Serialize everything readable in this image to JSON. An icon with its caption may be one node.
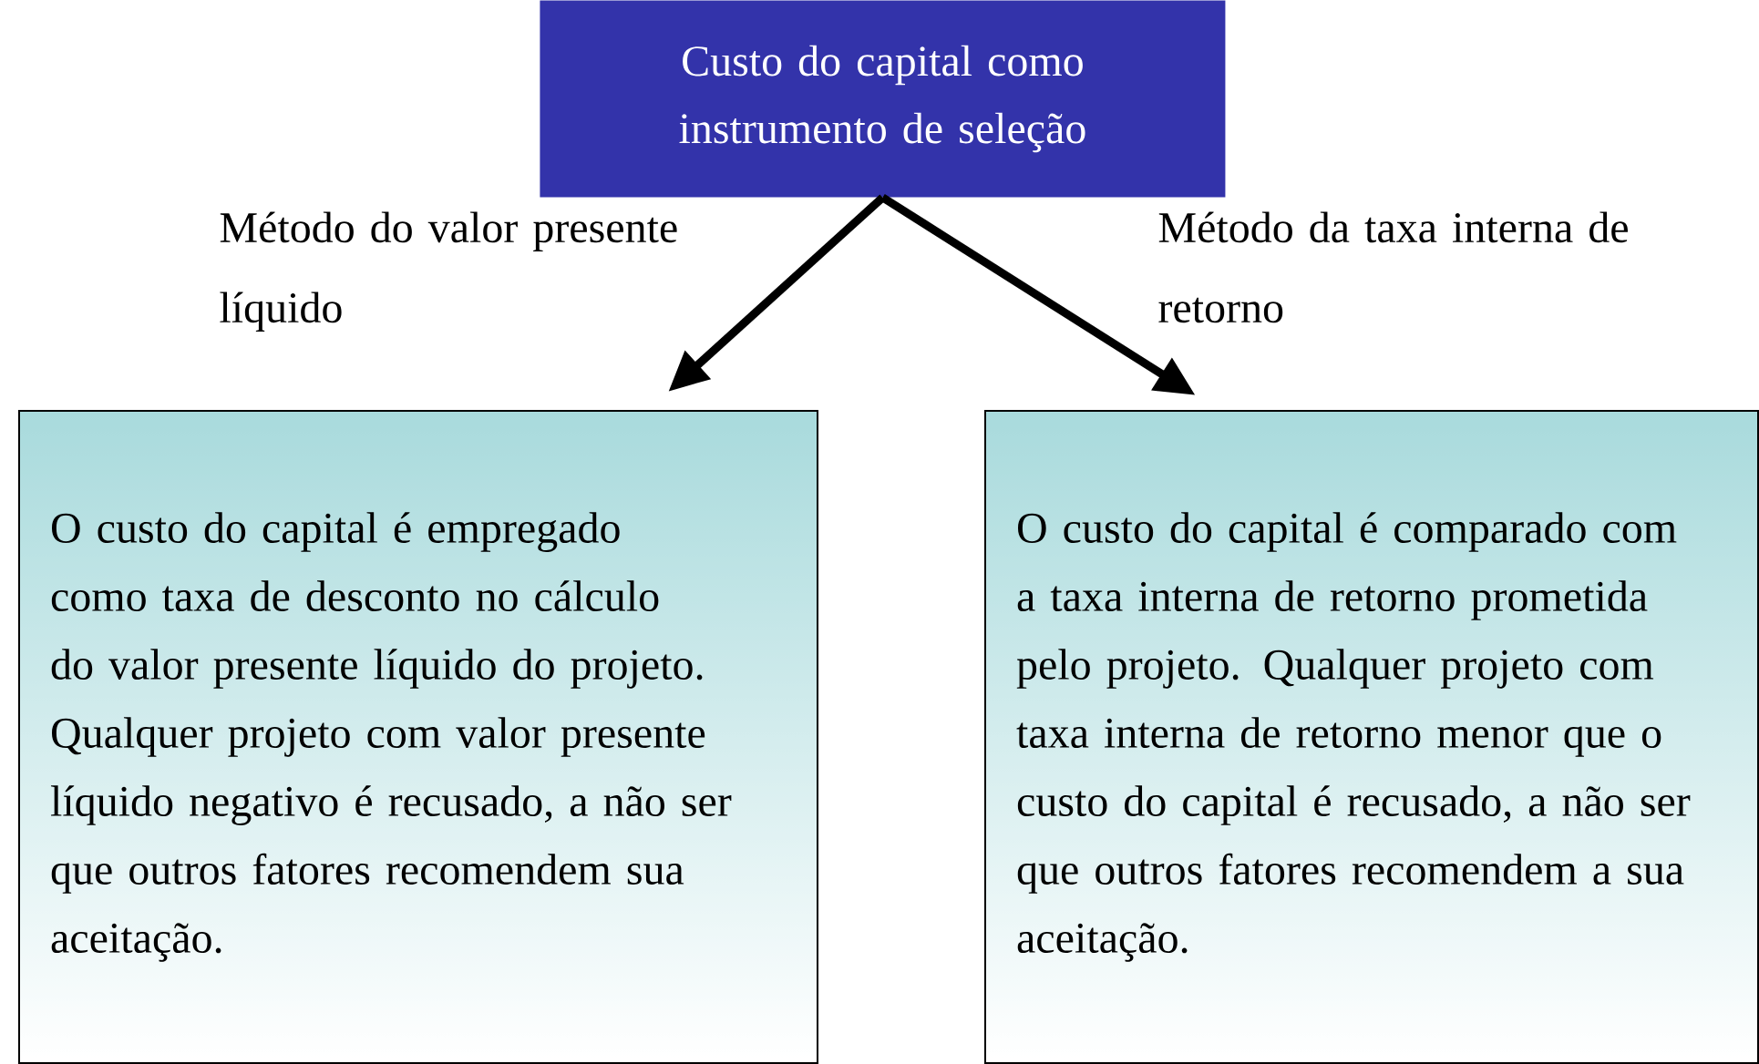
{
  "diagram": {
    "nodes": [
      {
        "text": [
          "Custo do capital como instrumento de seleção"
        ]
      },
      {
        "text": [
          "O custo do capital é empregado como taxa de desconto no cálculo do valor presente líquido do projeto. Qualquer projeto com valor presente líquido negativo é recusado, a não ser que outros fatores recomendem sua aceitação."
        ]
      },
      {
        "text": [
          "O custo do capital é comparado com a taxa interna de retorno prometida pelo projeto. Qualquer projeto com taxa interna de retorno menor que o custo do capital é recusado, a não ser que outros fatores recomendem a sua aceitação."
        ]
      }
    ],
    "edges": [
      {
        "from": 0,
        "to": 1,
        "arrow": "to",
        "label": "Método do valor presente líquido"
      },
      {
        "from": 0,
        "to": 2,
        "arrow": "to",
        "label": "Método da taxa interna de retorno"
      }
    ]
  }
}
